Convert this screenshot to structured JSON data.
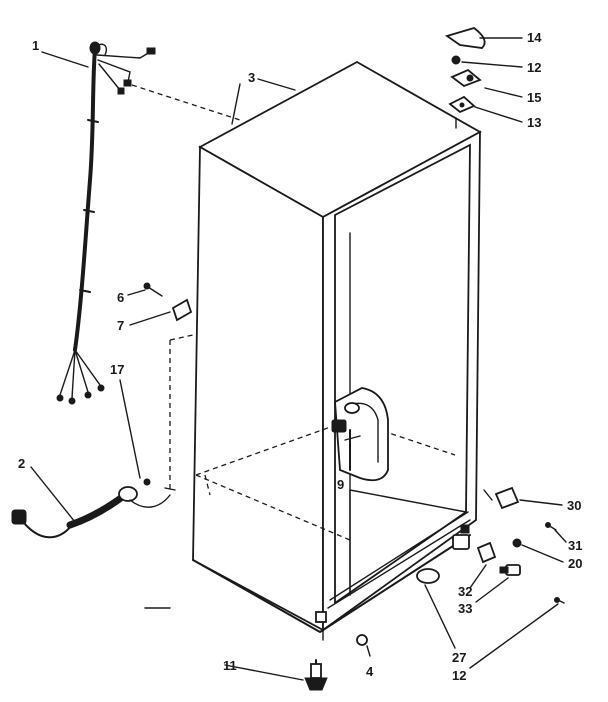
{
  "labels": {
    "p1": "1",
    "p2": "2",
    "p3": "3",
    "p4": "4",
    "p6": "6",
    "p7": "7",
    "p9": "9",
    "p11": "11",
    "p12a": "12",
    "p12b": "12",
    "p13": "13",
    "p14": "14",
    "p15": "15",
    "p17": "17",
    "p20": "20",
    "p27": "27",
    "p30": "30",
    "p31": "31",
    "p32": "32",
    "p33": "33"
  }
}
